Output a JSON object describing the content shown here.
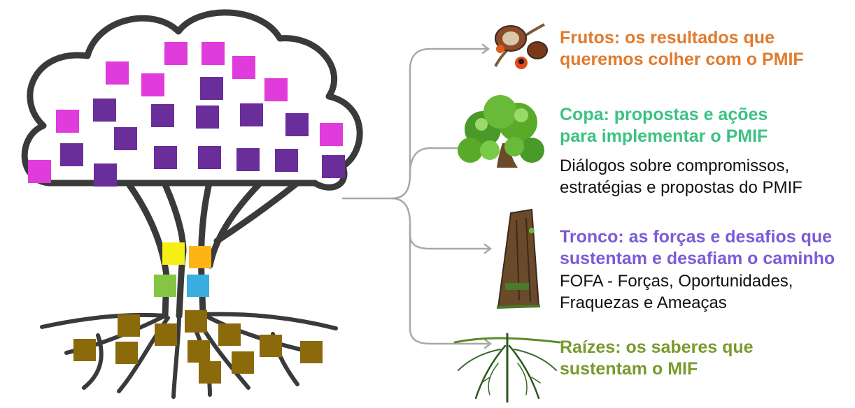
{
  "colors": {
    "outline": "#3a3a3a",
    "connector": "#a8a8a8",
    "frutos": "#e07b2e",
    "copa": "#3cc283",
    "tronco": "#7b5cd6",
    "raizes": "#7a9a2e",
    "note_pink": "#e03bdb",
    "note_purple": "#6a2e9a",
    "note_yellow": "#f7ee13",
    "note_orange": "#ffb414",
    "note_green": "#86c544",
    "note_blue": "#3aaee0",
    "note_brown": "#8a6a0b"
  },
  "sections": {
    "frutos": {
      "title_line1": "Frutos: os resultados que",
      "title_line2": "queremos colher com o PMIF"
    },
    "copa": {
      "title_line1": "Copa: propostas e ações",
      "title_line2": "para implementar o PMIF",
      "desc_line1": "Diálogos sobre compromissos,",
      "desc_line2": "estratégias e propostas do PMIF"
    },
    "tronco": {
      "title_line1": "Tronco: as forças e desafios que",
      "title_line2": "sustentam e desafiam o caminho",
      "desc_line1": "FOFA - Forças, Oportunidades,",
      "desc_line2": "Fraquezas e Ameaças"
    },
    "raizes": {
      "title_line1": "Raízes: os saberes que",
      "title_line2": "sustentam o MIF"
    }
  }
}
